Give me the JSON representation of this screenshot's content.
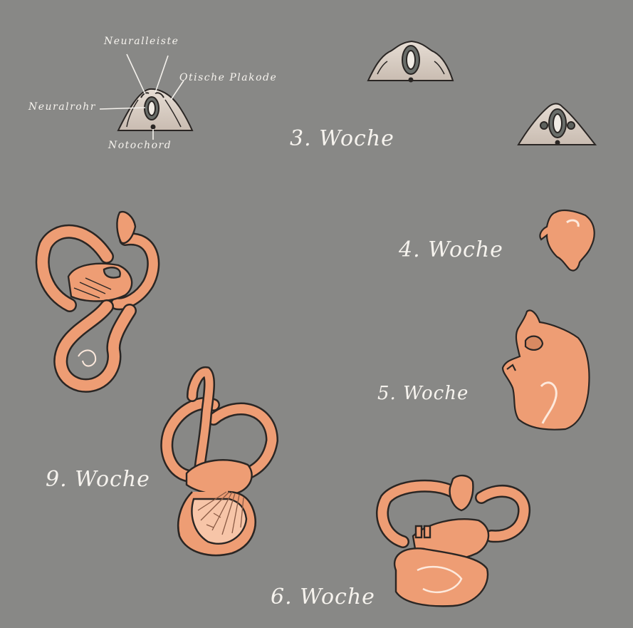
{
  "figure": {
    "background": "#888886",
    "structure_color": "#ee9d74",
    "labels": {
      "neuralleiste": "Neuralleiste",
      "otische_plakode": "Otische Plakode",
      "neuralrohr": "Neuralrohr",
      "notochord": "Notochord"
    },
    "stages": {
      "week3": "3. Woche",
      "week4": "4. Woche",
      "week5": "5. Woche",
      "week6": "6. Woche",
      "week9": "9. Woche"
    }
  }
}
